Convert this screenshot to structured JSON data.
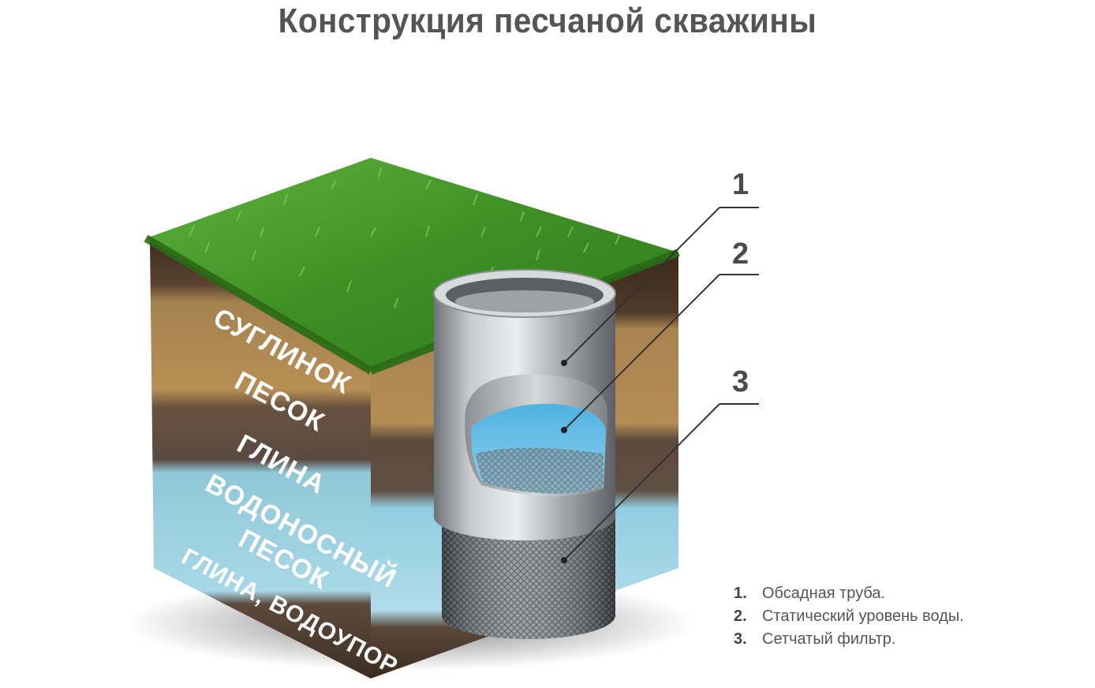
{
  "title": "Конструкция песчаной скважины",
  "soil_layers": [
    {
      "label": "СУГЛИНОК",
      "color": "#4a3a2a"
    },
    {
      "label": "ПЕСОК",
      "color": "#b08a52"
    },
    {
      "label": "ГЛИНА",
      "color": "#5e4c40"
    },
    {
      "label": "ВОДОНОСНЫЙ",
      "color": "#9ed4e4"
    },
    {
      "label": "ПЕСОК",
      "color": "#9ed4e4"
    },
    {
      "label": "ГЛИНА, ВОДОУПОР",
      "color": "#6a5444"
    }
  ],
  "callouts": [
    "1",
    "2",
    "3"
  ],
  "legend": [
    {
      "num": "1.",
      "text": "Обсадная труба."
    },
    {
      "num": "2.",
      "text": "Статический уровень воды."
    },
    {
      "num": "3.",
      "text": "Сетчатый фильтр."
    }
  ],
  "colors": {
    "grass": "#3f8f2a",
    "grass_light": "#6cc04a",
    "water": "#7fcbe6",
    "pipe": "#b9bcbf",
    "title_text": "#555555"
  }
}
